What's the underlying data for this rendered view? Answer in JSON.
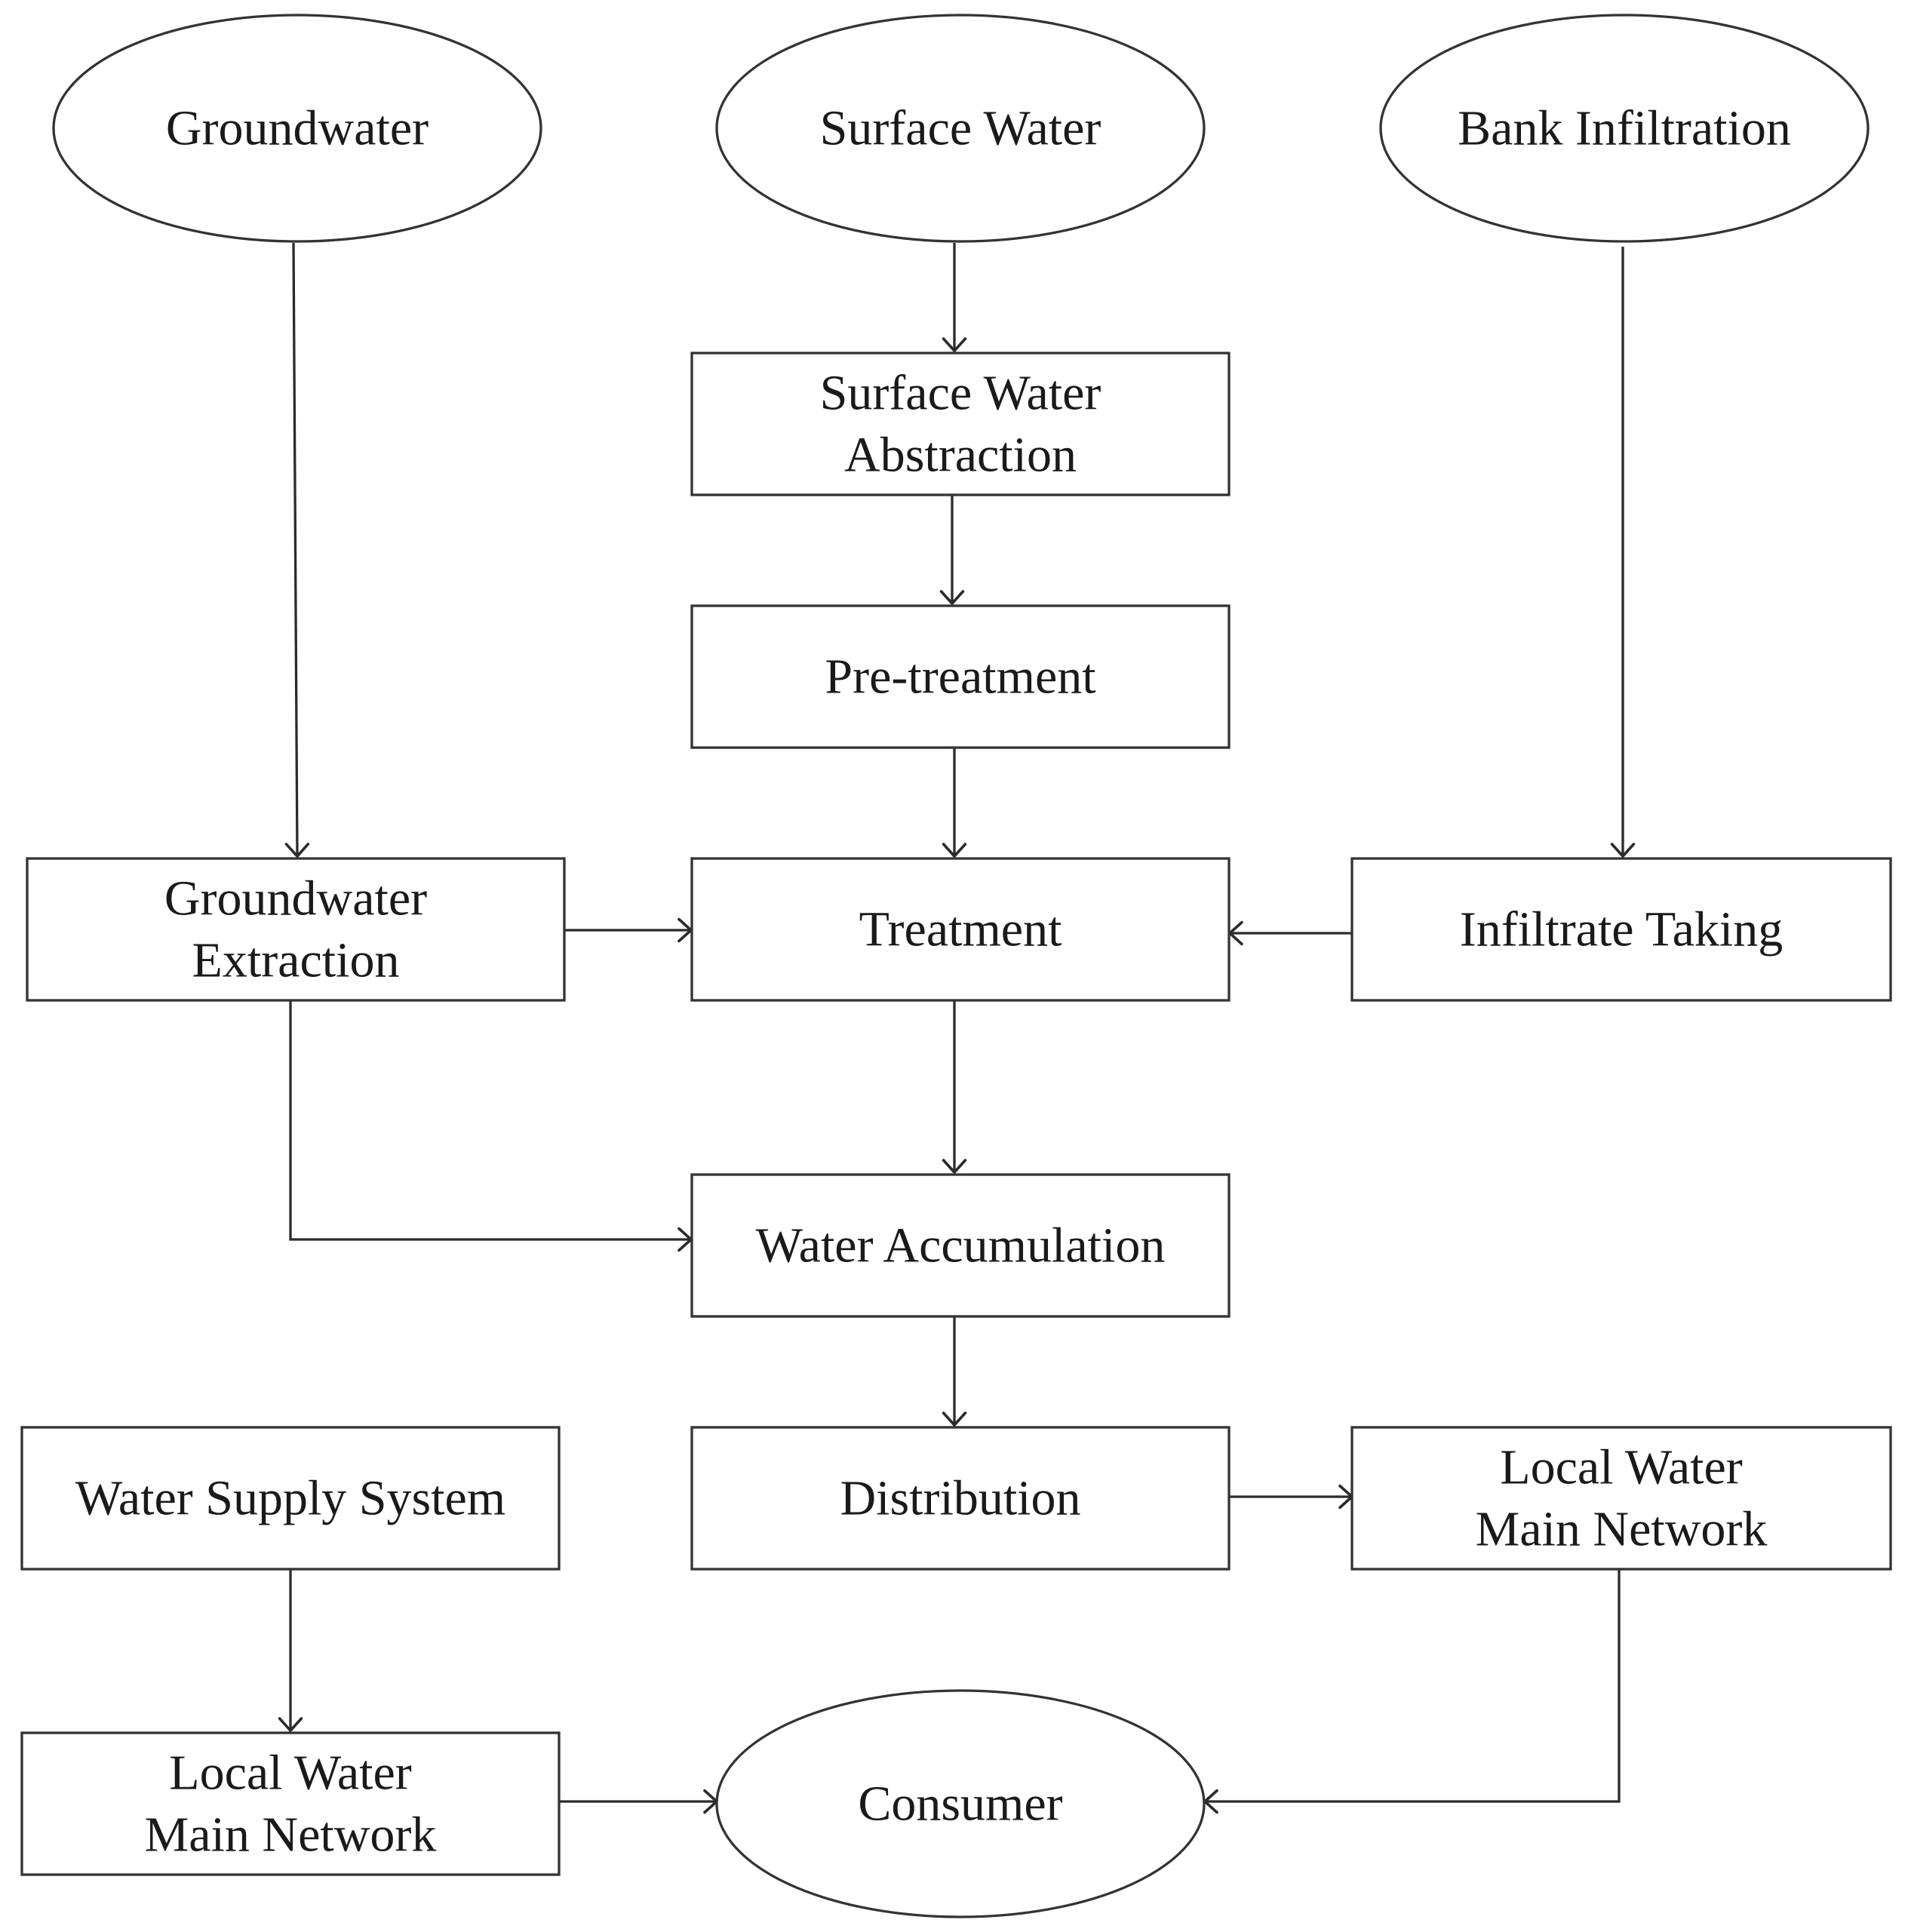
{
  "nodes": {
    "groundwater": {
      "shape": "ellipse",
      "lines": [
        "Groundwater"
      ]
    },
    "surface_water": {
      "shape": "ellipse",
      "lines": [
        "Surface Water"
      ]
    },
    "bank_infiltration": {
      "shape": "ellipse",
      "lines": [
        "Bank Infiltration"
      ]
    },
    "surface_water_abstraction": {
      "shape": "rect",
      "lines": [
        "Surface Water",
        "Abstraction"
      ]
    },
    "pre_treatment": {
      "shape": "rect",
      "lines": [
        "Pre-treatment"
      ]
    },
    "groundwater_extraction": {
      "shape": "rect",
      "lines": [
        "Groundwater",
        "Extraction"
      ]
    },
    "treatment": {
      "shape": "rect",
      "lines": [
        "Treatment"
      ]
    },
    "infiltrate_taking": {
      "shape": "rect",
      "lines": [
        "Infiltrate Taking"
      ]
    },
    "water_accumulation": {
      "shape": "rect",
      "lines": [
        "Water Accumulation"
      ]
    },
    "water_supply_system": {
      "shape": "rect",
      "lines": [
        "Water Supply System"
      ]
    },
    "distribution": {
      "shape": "rect",
      "lines": [
        "Distribution"
      ]
    },
    "local_water_main_network_right": {
      "shape": "rect",
      "lines": [
        "Local Water",
        "Main Network"
      ]
    },
    "local_water_main_network_left": {
      "shape": "rect",
      "lines": [
        "Local Water",
        "Main Network"
      ]
    },
    "consumer": {
      "shape": "ellipse",
      "lines": [
        "Consumer"
      ]
    }
  },
  "edges": [
    {
      "from": "groundwater",
      "to": "groundwater_extraction"
    },
    {
      "from": "surface_water",
      "to": "surface_water_abstraction"
    },
    {
      "from": "bank_infiltration",
      "to": "infiltrate_taking"
    },
    {
      "from": "surface_water_abstraction",
      "to": "pre_treatment"
    },
    {
      "from": "pre_treatment",
      "to": "treatment"
    },
    {
      "from": "groundwater_extraction",
      "to": "treatment"
    },
    {
      "from": "infiltrate_taking",
      "to": "treatment"
    },
    {
      "from": "treatment",
      "to": "water_accumulation"
    },
    {
      "from": "groundwater_extraction",
      "to": "water_accumulation"
    },
    {
      "from": "water_accumulation",
      "to": "distribution"
    },
    {
      "from": "distribution",
      "to": "local_water_main_network_right"
    },
    {
      "from": "water_supply_system",
      "to": "local_water_main_network_left"
    },
    {
      "from": "local_water_main_network_left",
      "to": "consumer"
    },
    {
      "from": "local_water_main_network_right",
      "to": "consumer"
    }
  ]
}
